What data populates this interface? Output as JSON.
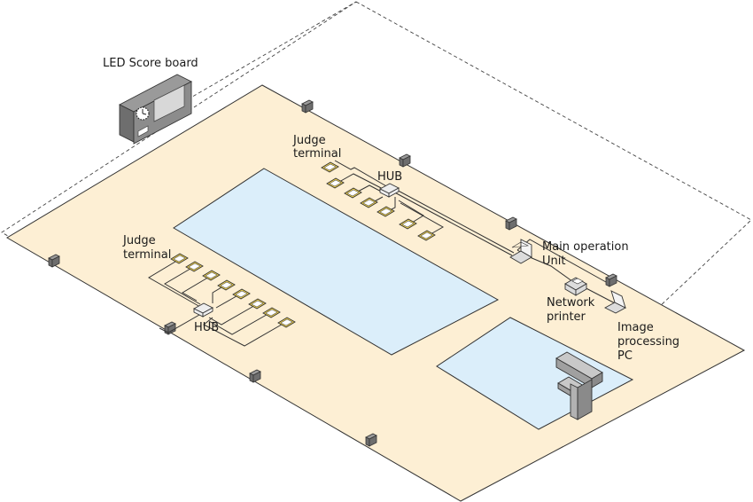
{
  "labels": {
    "led_score_board": "LED Score board",
    "judge_terminal_right_line1": "Judge",
    "judge_terminal_right_line2": "terminal",
    "hub_right": "HUB",
    "judge_terminal_left_line1": "Judge",
    "judge_terminal_left_line2": "terminal",
    "hub_left": "HUB",
    "main_operation_line1": "Main operation",
    "main_operation_line2": "Unit",
    "network_printer_line1": "Network",
    "network_printer_line2": "printer",
    "image_processing_line1": "Image",
    "image_processing_line2": "processing",
    "image_processing_line3": "PC"
  },
  "colors": {
    "floor": "#fdefd4",
    "pool": "#dbeefa",
    "judge_terminal": "#f2d34a",
    "camera": "#8a8a8a"
  }
}
